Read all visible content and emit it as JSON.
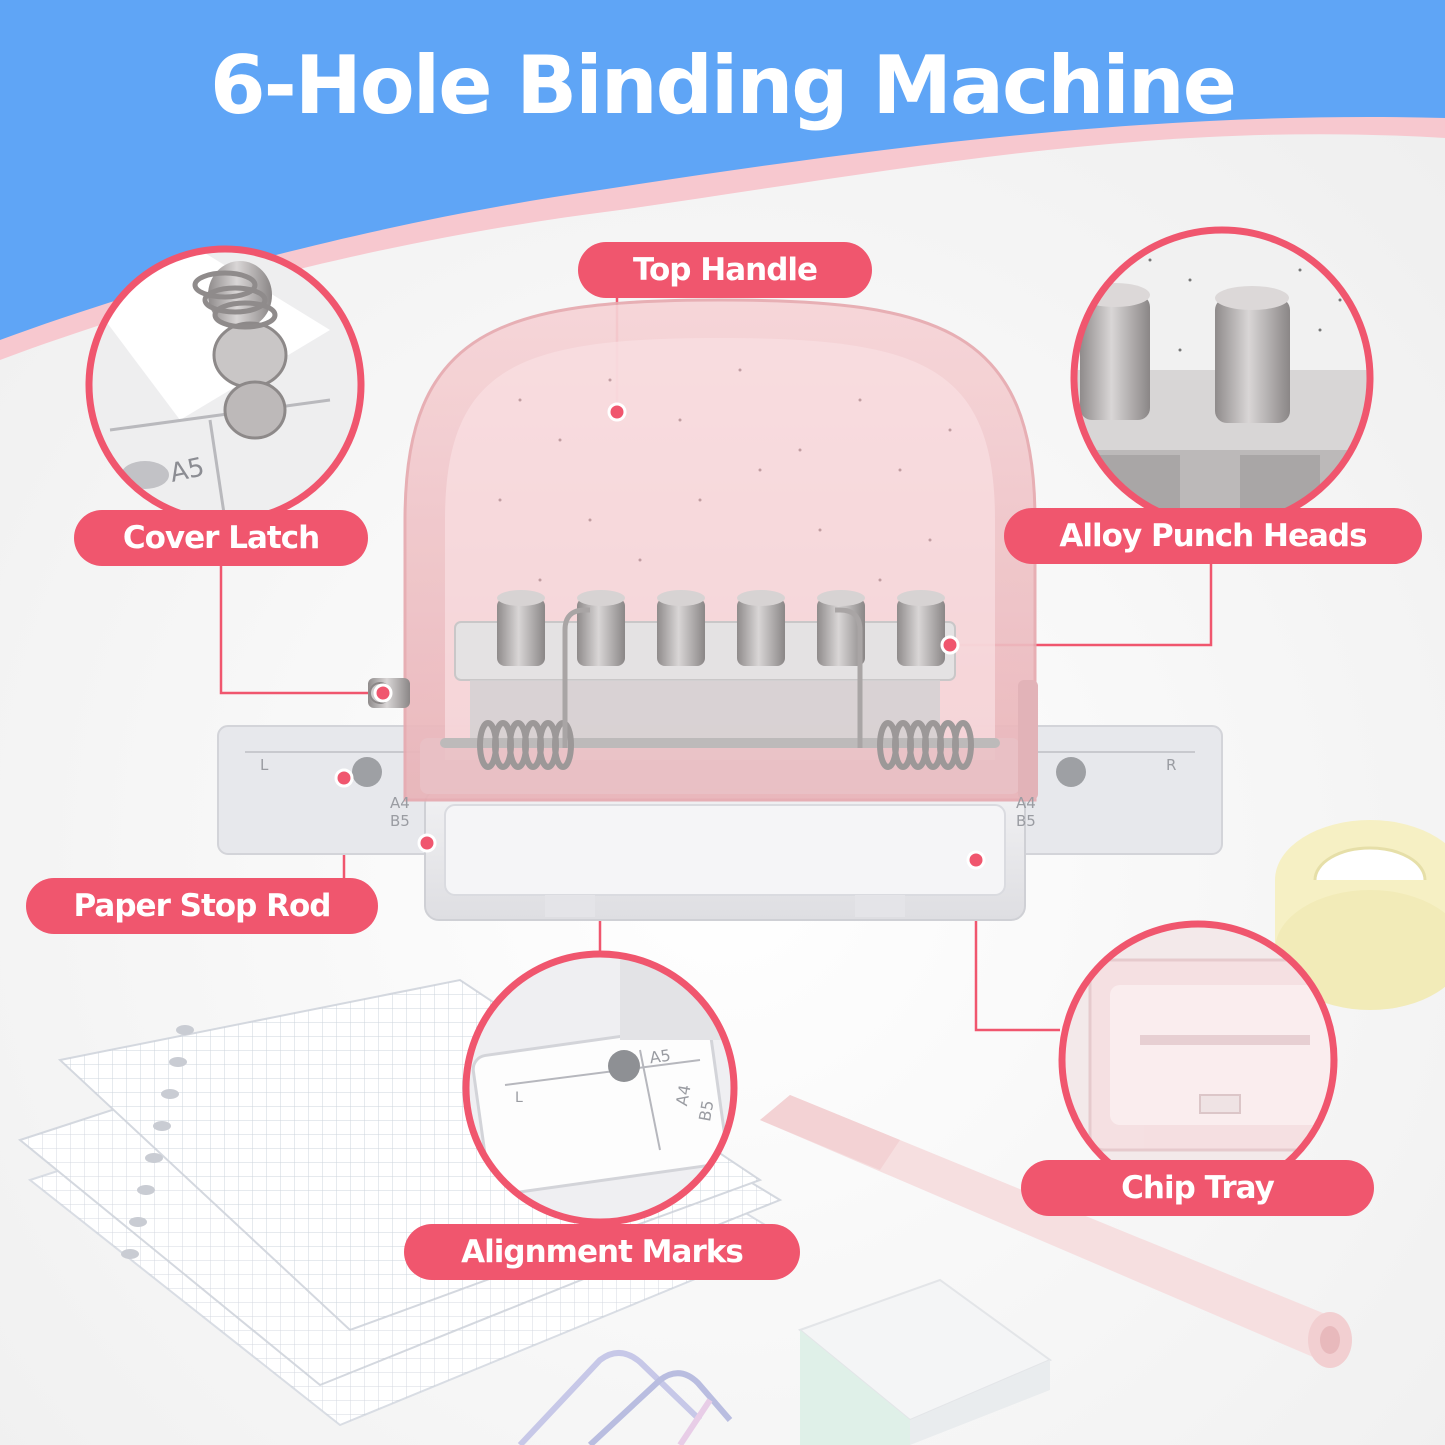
{
  "title": "6-Hole Binding Machine",
  "colors": {
    "header_blue": "#5fa5f6",
    "accent_pink": "#f0566e",
    "pink_band": "#f7c8cf",
    "translucent_pink": "#f1c3c7",
    "metal": "#b9b6b6"
  },
  "callouts": {
    "top_handle": "Top Handle",
    "cover_latch": "Cover Latch",
    "alloy_punch_heads": "Alloy Punch Heads",
    "paper_stop_rod": "Paper Stop Rod",
    "chip_tray": "Chip Tray",
    "alignment_marks": "Alignment Marks"
  },
  "markings": {
    "a5": "A5",
    "a4": "A4",
    "b5": "B5",
    "left": "L",
    "right": "R"
  }
}
